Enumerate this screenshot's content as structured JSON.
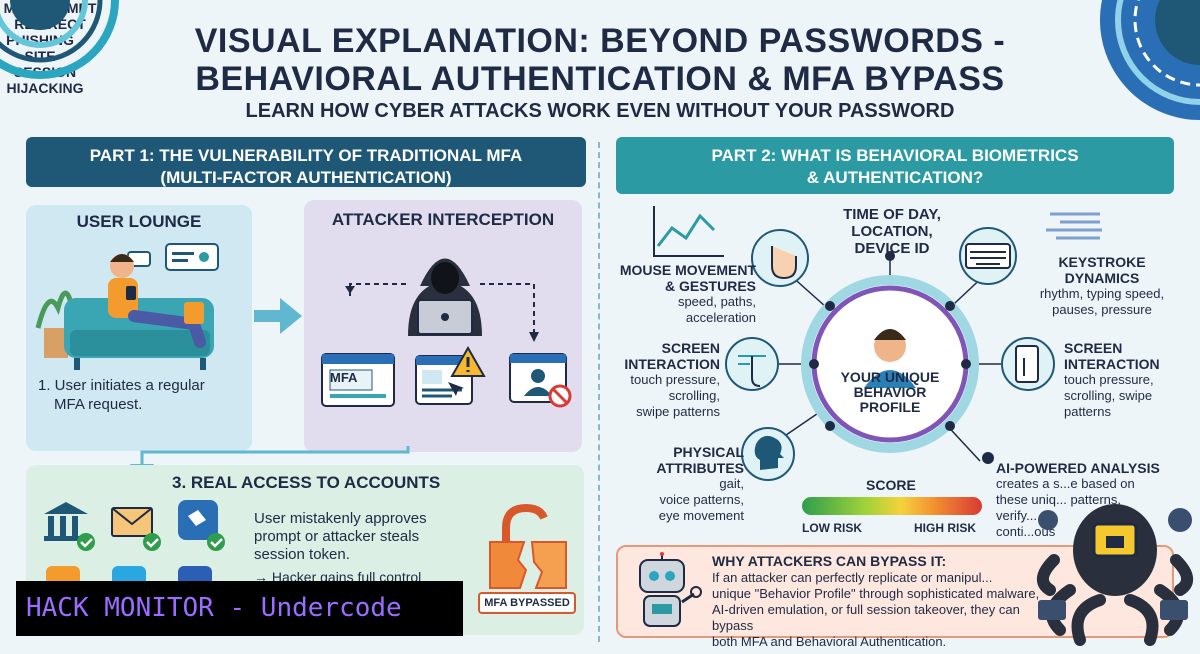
{
  "header": {
    "title_line1": "VISUAL EXPLANATION: BEYOND PASSWORDS -",
    "title_line2": "BEHAVIORAL AUTHENTICATION & MFA BYPASS",
    "subtitle": "LEARN HOW CYBER ATTACKS WORK EVEN WITHOUT YOUR PASSWORD"
  },
  "part1": {
    "banner_line1": "PART 1: THE VULNERABILITY OF TRADITIONAL MFA",
    "banner_line2": "(MULTI-FACTOR AUTHENTICATION)",
    "lounge": {
      "title": "USER LOUNGE",
      "step_line1": "1. User initiates a regular",
      "step_line2": "MFA request."
    },
    "attacker": {
      "title": "ATTACKER INTERCEPTION",
      "mfa_screen": "MFA",
      "items": [
        {
          "line1": "MFA PROMPT",
          "line2": "REDIRECT"
        },
        {
          "line1": "PHISHING",
          "line2": "SITE"
        },
        {
          "line1": "SESSION",
          "line2": "HIJACKING"
        }
      ]
    },
    "access": {
      "title": "3. REAL ACCESS TO ACCOUNTS",
      "text_line1": "User mistakenly approves",
      "text_line2": "prompt or attacker steals",
      "text_line3": "session token.",
      "text_line4": "→ Hacker gains full control",
      "badge": "MFA BYPASSED"
    }
  },
  "part2": {
    "banner_line1": "PART 2: WHAT IS BEHAVIORAL BIOMETRICS",
    "banner_line2": "& AUTHENTICATION?",
    "center_line1": "YOUR UNIQUE",
    "center_line2": "BEHAVIOR",
    "center_line3": "PROFILE",
    "time": {
      "line1": "TIME OF DAY,",
      "line2": "LOCATION,",
      "line3": "DEVICE ID"
    },
    "mouse": {
      "title1": "MOUSE MOVEMENT",
      "title2": "& GESTURES",
      "desc1": "speed, paths,",
      "desc2": "acceleration"
    },
    "keystroke": {
      "title1": "KEYSTROKE",
      "title2": "DYNAMICS",
      "desc1": "rhythm, typing speed,",
      "desc2": "pauses, pressure"
    },
    "screen_left": {
      "title1": "SCREEN",
      "title2": "INTERACTION",
      "desc1": "touch pressure,",
      "desc2": "scrolling,",
      "desc3": "swipe patterns"
    },
    "screen_right": {
      "title1": "SCREEN",
      "title2": "INTERACTION",
      "desc1": "touch pressure,",
      "desc2": "scrolling, swipe",
      "desc3": "patterns"
    },
    "physical": {
      "title1": "PHYSICAL",
      "title2": "ATTRIBUTES",
      "desc1": "gait,",
      "desc2": "voice patterns,",
      "desc3": "eye movement"
    },
    "score": {
      "label": "SCORE",
      "low": "LOW RISK",
      "high": "HIGH RISK"
    },
    "ai": {
      "title": "AI-POWERED ANALYSIS",
      "desc1": "creates a s...e based on",
      "desc2": "these uniq... patterns,",
      "desc3": "verify...",
      "desc4": "conti...ous"
    },
    "why": {
      "title": "WHY ATTACKERS CAN BYPASS IT:",
      "line1": "If an attacker can perfectly replicate or manipul...",
      "line2": "unique \"Behavior Profile\" through sophisticated malware,",
      "line3": "AI-driven emulation, or full session takeover, they can bypass",
      "line4": "both MFA and Behavioral Authentication."
    }
  },
  "watermark": {
    "text": "HACK MONITOR - Undercode"
  },
  "colors": {
    "navy": "#1f5876",
    "teal": "#2b9aa3",
    "ring": "#7f55b8",
    "alert": "#d9582b",
    "check": "#2e9e4c"
  }
}
